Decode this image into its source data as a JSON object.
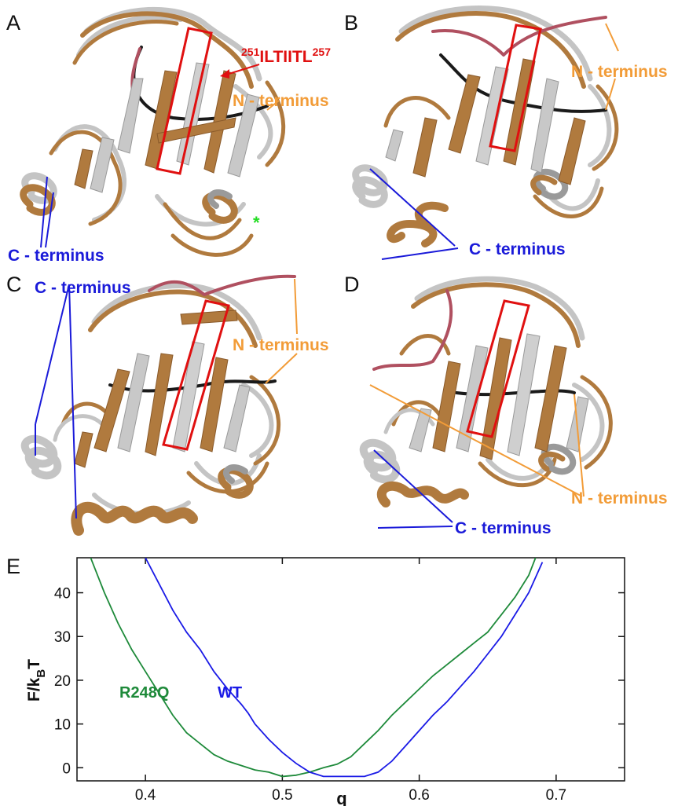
{
  "panels": {
    "a": {
      "letter": "A",
      "motif_sup_start": "251",
      "motif_text": "ILTIITL",
      "motif_sup_end": "257",
      "n_label": "N - terminus",
      "c_label": "C - terminus",
      "asterisk": "*"
    },
    "b": {
      "letter": "B",
      "n_label": "N - terminus",
      "c_label": "C - terminus"
    },
    "c": {
      "letter": "C",
      "n_label": "N - terminus",
      "c_label": "C - terminus"
    },
    "d": {
      "letter": "D",
      "n_label": "N - terminus",
      "c_label": "C - terminus"
    },
    "e": {
      "letter": "E"
    }
  },
  "colors": {
    "mutant_ribbon": "#b07a3e",
    "wt_ribbon": "#c4c4c4",
    "highlight_box": "#e01010",
    "n_terminus": "#f29c38",
    "c_terminus": "#1a1ad9",
    "wt_curve": "#1a1ae6",
    "mutant_curve": "#1e8a3a",
    "asterisk": "#22dd22"
  },
  "chart_data": {
    "type": "line",
    "xlabel": "q",
    "ylabel": "F/k_BT",
    "ylabel_main": "F/k",
    "ylabel_sub": "B",
    "ylabel_end": "T",
    "xlim": [
      0.35,
      0.75
    ],
    "ylim": [
      -3,
      48
    ],
    "xticks": [
      0.4,
      0.5,
      0.6,
      0.7
    ],
    "xtick_labels": [
      "0.4",
      "0.5",
      "0.6",
      "0.7"
    ],
    "yticks": [
      0,
      10,
      20,
      30,
      40
    ],
    "ytick_labels": [
      "0",
      "10",
      "20",
      "30",
      "40"
    ],
    "grid": false,
    "series": [
      {
        "name": "R248Q",
        "color": "#1e8a3a",
        "x": [
          0.36,
          0.37,
          0.38,
          0.39,
          0.4,
          0.41,
          0.42,
          0.43,
          0.44,
          0.45,
          0.46,
          0.47,
          0.48,
          0.49,
          0.5,
          0.51,
          0.52,
          0.53,
          0.54,
          0.55,
          0.56,
          0.57,
          0.58,
          0.59,
          0.6,
          0.61,
          0.62,
          0.63,
          0.64,
          0.65,
          0.66,
          0.67,
          0.68,
          0.685
        ],
        "y": [
          48,
          40,
          33,
          27,
          22,
          17,
          12,
          8,
          5.5,
          3,
          1.5,
          0.5,
          -0.5,
          -1,
          -2,
          -1.7,
          -1,
          0,
          0.8,
          2.5,
          5.5,
          8.5,
          12,
          15,
          18,
          21,
          23.5,
          26,
          28.5,
          31,
          35,
          39,
          44,
          48
        ]
      },
      {
        "name": "WT",
        "color": "#1a1ae6",
        "x": [
          0.4,
          0.41,
          0.42,
          0.43,
          0.44,
          0.45,
          0.46,
          0.47,
          0.475,
          0.48,
          0.49,
          0.5,
          0.51,
          0.52,
          0.53,
          0.54,
          0.55,
          0.56,
          0.57,
          0.58,
          0.59,
          0.6,
          0.61,
          0.62,
          0.63,
          0.64,
          0.65,
          0.66,
          0.67,
          0.68,
          0.69
        ],
        "y": [
          48,
          42,
          36,
          31,
          27,
          22,
          18,
          14.5,
          12.5,
          10,
          6.5,
          3.5,
          1,
          -1,
          -2,
          -2,
          -2,
          -2,
          -1,
          1.5,
          5,
          8.5,
          12,
          15,
          18.5,
          22,
          26,
          30,
          35,
          40,
          47
        ]
      }
    ]
  }
}
